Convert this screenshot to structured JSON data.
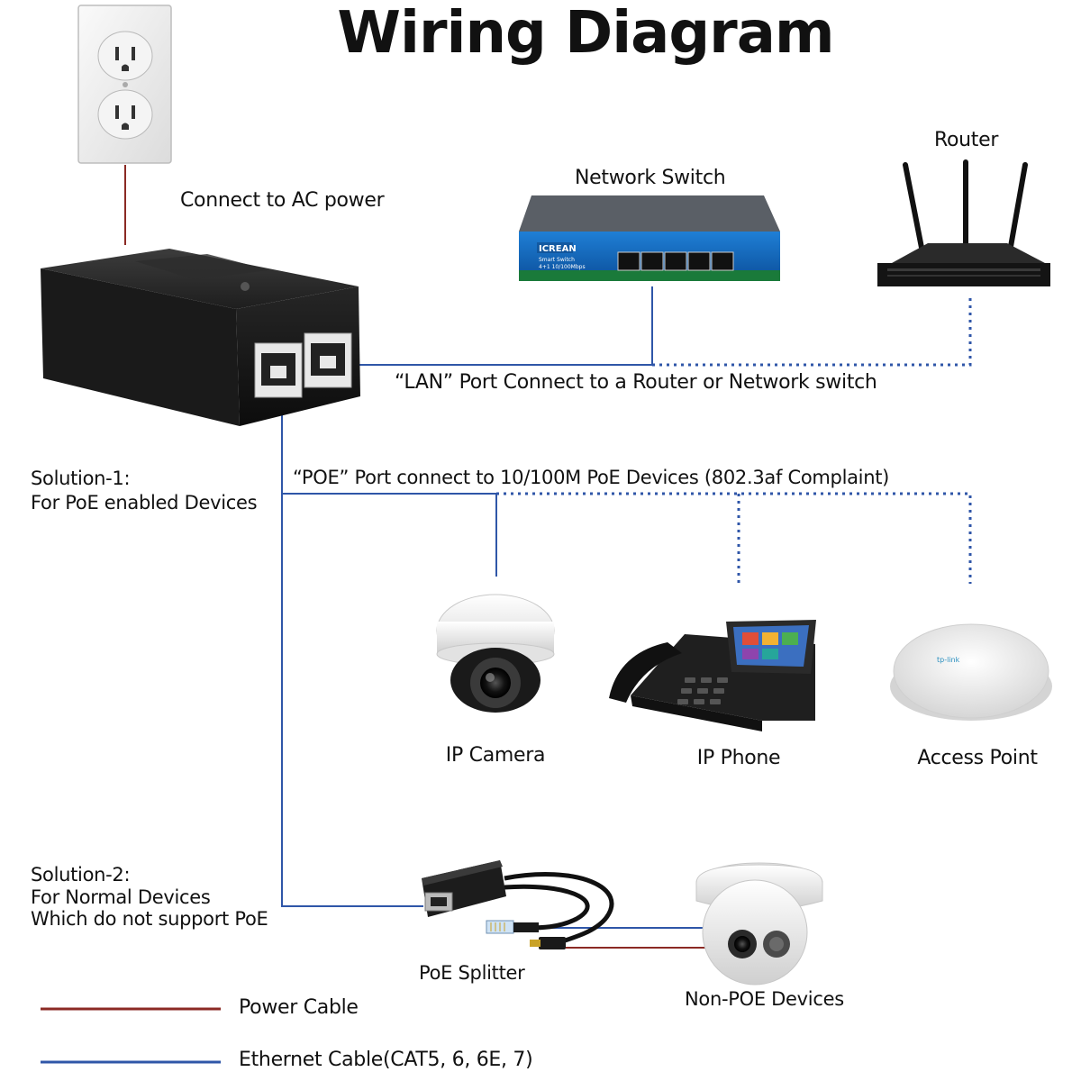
{
  "title": "Wiring Diagram",
  "labels": {
    "ac_power": "Connect to AC power",
    "network_switch": "Network Switch",
    "router": "Router",
    "lan_port": "“LAN” Port Connect to a Router or Network switch",
    "poe_port": "“POE” Port connect to 10/100M PoE Devices (802.3af Complaint)",
    "solution1_line1": "Solution-1:",
    "solution1_line2": "For PoE enabled Devices",
    "ip_camera": "IP Camera",
    "ip_phone": "IP Phone",
    "access_point": "Access Point",
    "solution2_line1": "Solution-2:",
    "solution2_line2": "For Normal Devices",
    "solution2_line3": "Which do not support PoE",
    "poe_splitter": "PoE Splitter",
    "non_poe": "Non-POE Devices"
  },
  "device_text": {
    "switch_brand": "ICREAN",
    "switch_model": "Smart Switch",
    "switch_speed": "4+1 10/100Mbps",
    "ap_brand": "tp-link"
  },
  "legend": [
    {
      "label": "Power Cable",
      "color": "#8b2a24"
    },
    {
      "label": "Ethernet Cable(CAT5, 6, 6E, 7)",
      "color": "#2f56a8"
    }
  ],
  "colors": {
    "power": "#8b2a24",
    "ethernet": "#2f56a8"
  }
}
